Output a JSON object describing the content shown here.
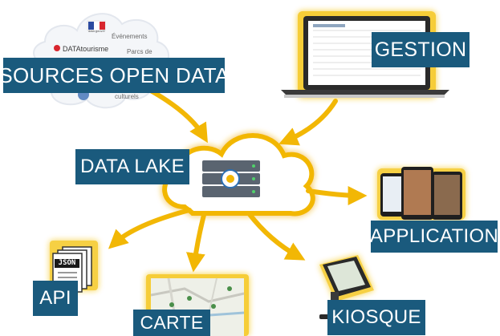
{
  "labels": {
    "sources": "SOURCES OPEN DATA",
    "gestion": "GESTION",
    "data_lake": "DATA LAKE",
    "application": "APPLICATION",
    "api": "API",
    "carte": "CARTE",
    "kiosque": "KIOSQUE"
  },
  "cloud_texts": {
    "evenements": "Événements",
    "datatourisme": "DATAtourisme",
    "parcs": "Parcs de",
    "culturels": "culturels",
    "gouv": "data.gouv.fr"
  },
  "api_tag": "JSON",
  "colors": {
    "label_bg": "#1a5a7d",
    "label_text": "#ffffff",
    "arrow": "#f2b705",
    "glow": "#f5c518",
    "cloud": "#ffffff"
  },
  "icons": {
    "sources": "cloud-icon",
    "gestion": "laptop-icon",
    "data_lake": "server-icon",
    "application": "mobile-devices-icon",
    "api": "json-document-icon",
    "carte": "map-icon",
    "kiosque": "kiosk-terminal-icon"
  }
}
